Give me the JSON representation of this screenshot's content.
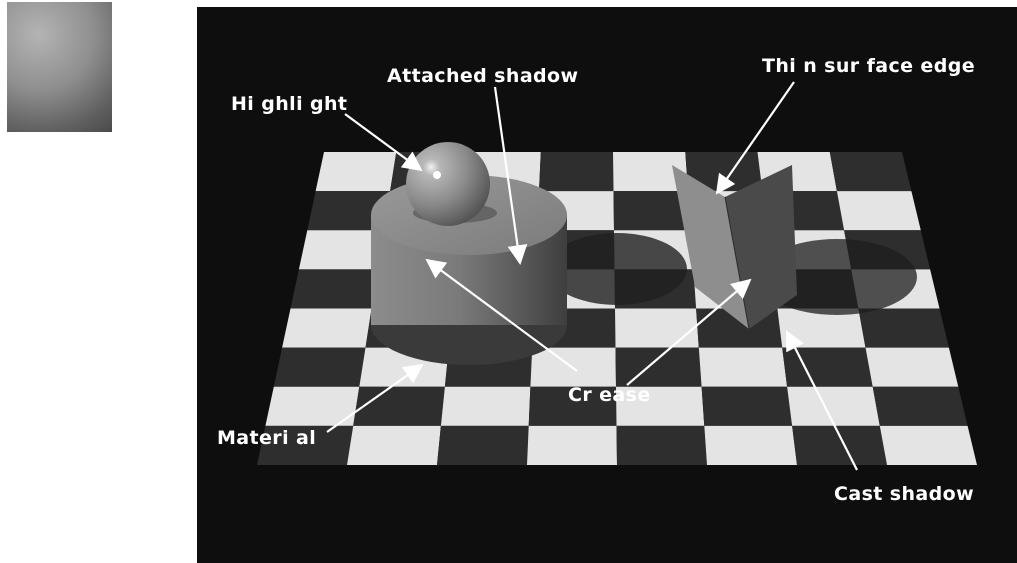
{
  "labels": {
    "highlight": "Hi ghli ght",
    "attached_shadow": "Attached shadow",
    "thin_surface_edge": "Thi n sur face edge",
    "crease": "Cr ease",
    "material": "Materi al",
    "cast_shadow": "Cast shadow"
  }
}
